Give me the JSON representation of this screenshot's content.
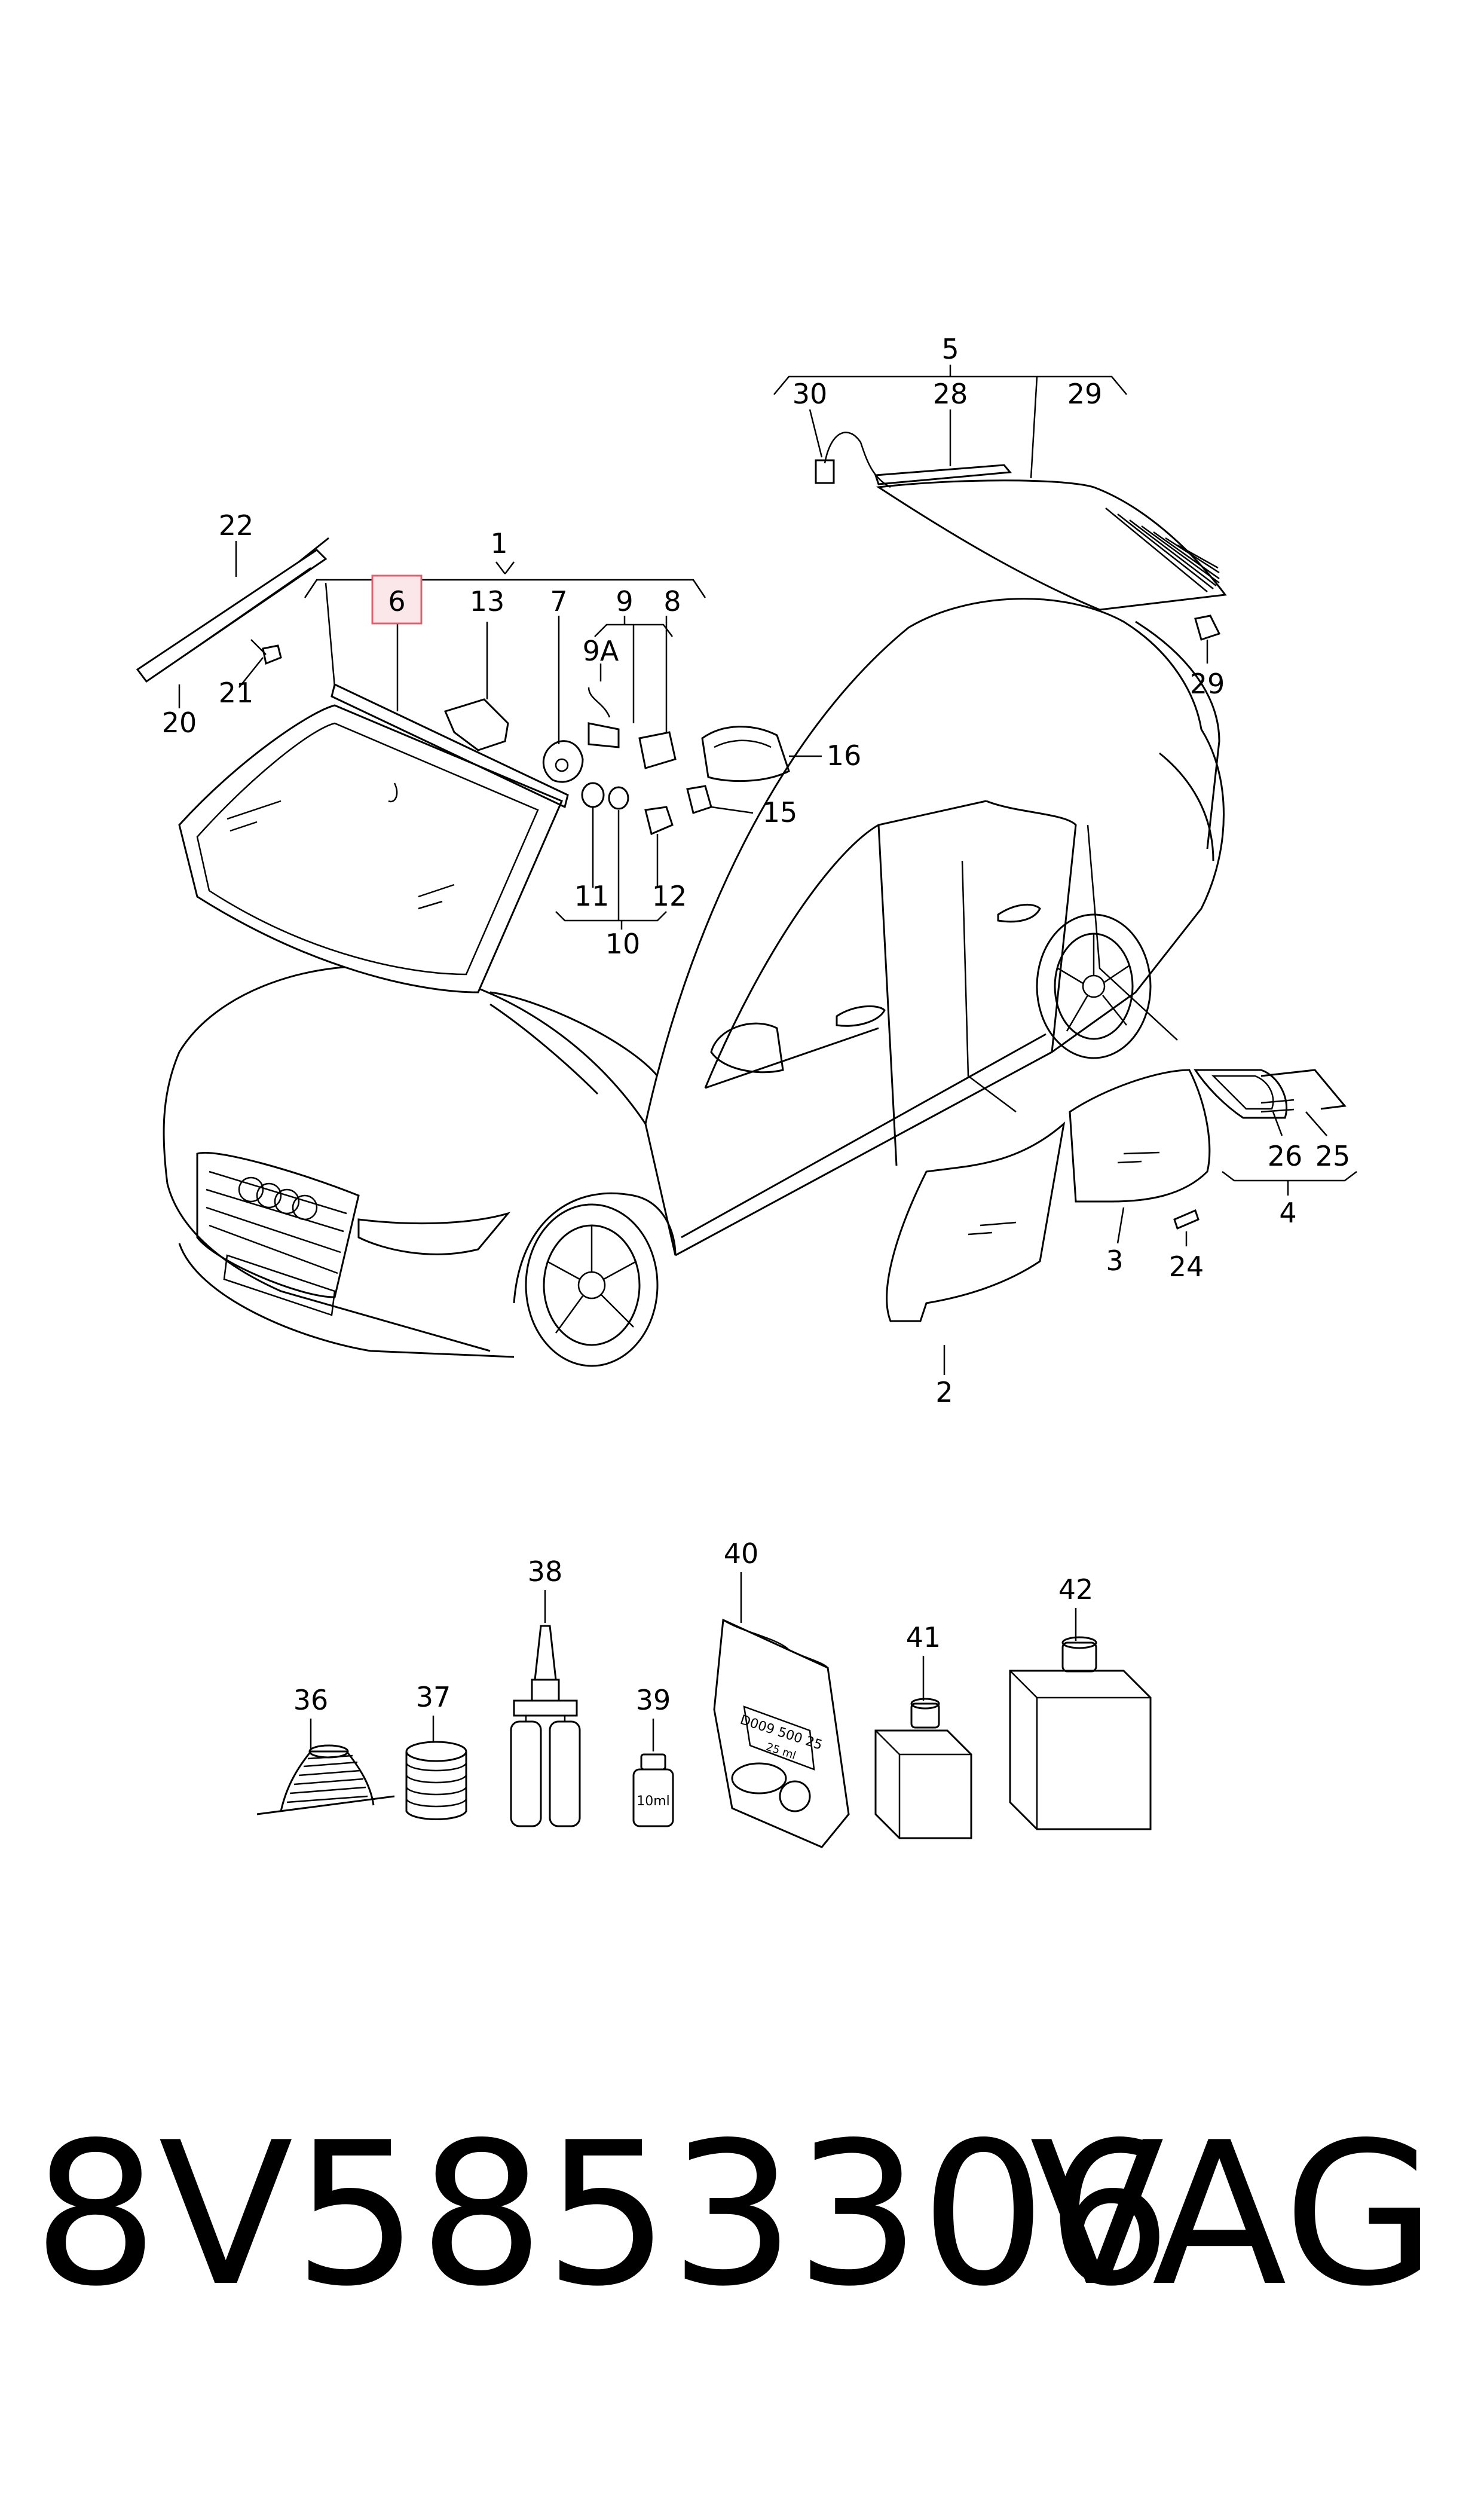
{
  "callouts": {
    "c1": "1",
    "c2": "2",
    "c3": "3",
    "c4": "4",
    "c5": "5",
    "c6": "6",
    "c7": "7",
    "c8": "8",
    "c9": "9",
    "c9a": "9A",
    "c10": "10",
    "c11": "11",
    "c12": "12",
    "c13": "13",
    "c15": "15",
    "c16": "16",
    "c20": "20",
    "c21": "21",
    "c22": "22",
    "c24": "24",
    "c25": "25",
    "c26": "26",
    "c28": "28",
    "c29a": "29",
    "c29b": "29",
    "c30": "30",
    "c36": "36",
    "c37": "37",
    "c38": "38",
    "c39": "39",
    "c40": "40",
    "c41": "41",
    "c42": "42"
  },
  "package_texts": {
    "bottle_39": "10ml",
    "bag_40_line1": "D009 500 25",
    "bag_40_line2": "25 ml"
  },
  "highlight_color": "#e06070",
  "caption": {
    "part_number": "8V5853306",
    "brand": "VAG"
  }
}
